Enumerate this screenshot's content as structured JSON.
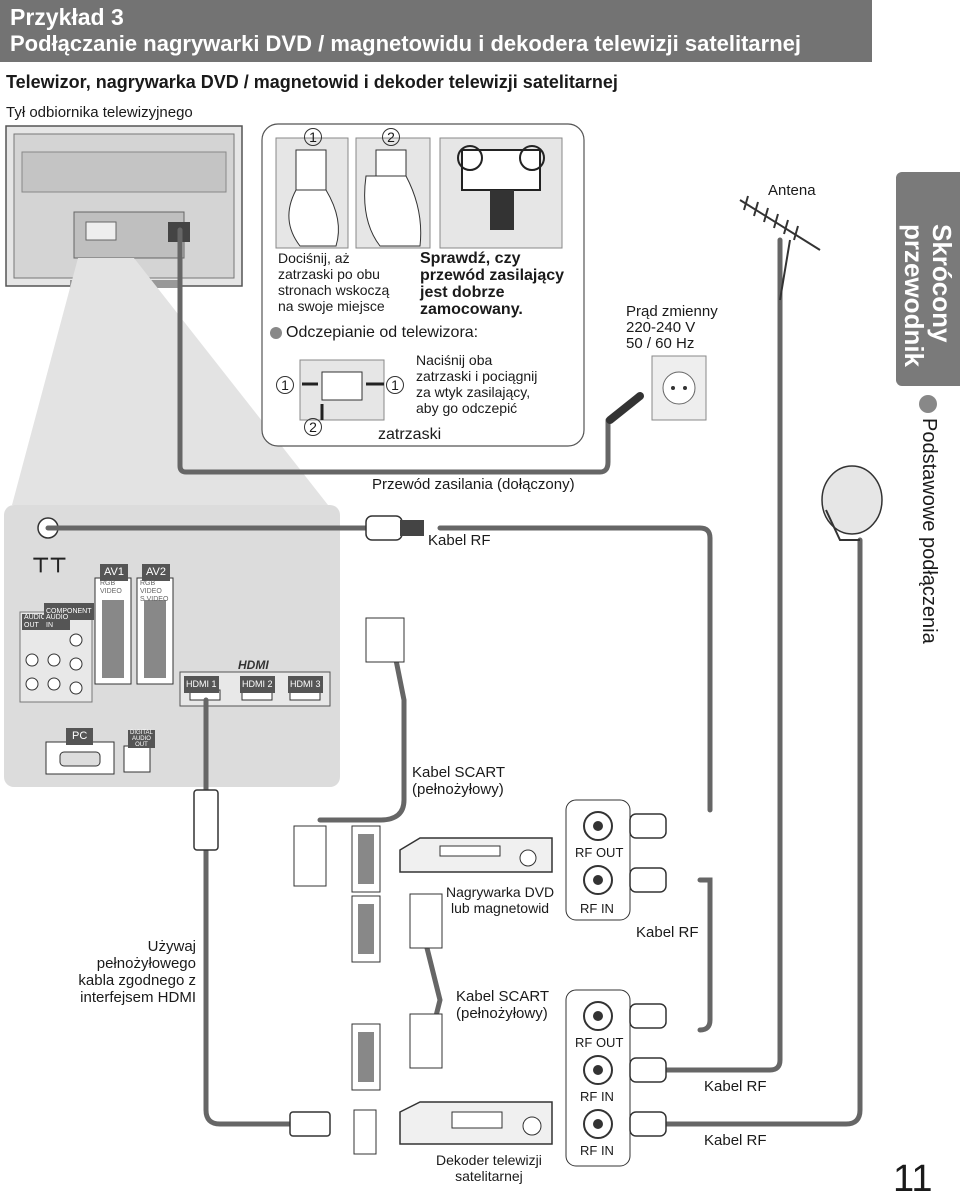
{
  "header": {
    "title_line1": "Przykład 3",
    "title_line2": "Podłączanie nagrywarki DVD / magnetowidu i dekodera telewizji satelitarnej"
  },
  "subtitle": "Telewizor, nagrywarka DVD / magnetowid i dekoder telewizji satelitarnej",
  "tv_rear_label": "Tył odbiornika telewizyjnego",
  "inset": {
    "press_text": [
      "Dociśnij, aż",
      "zatrzaski po obu",
      "stronach wskoczą",
      "na swoje miejsce"
    ],
    "check_text": [
      "Sprawdź, czy",
      "przewód zasilający",
      "jest dobrze",
      "zamocowany."
    ],
    "detach_heading": "Odczepianie od telewizora:",
    "detach_text": [
      "Naciśnij oba",
      "zatrzaski i pociągnij",
      "za wtyk zasilający,",
      "aby go odczepić"
    ],
    "latch_label": "zatrzaski",
    "step1": "1",
    "step2": "2"
  },
  "labels": {
    "power_cable": "Przewód zasilania (dołączony)",
    "mains": [
      "Prąd zmienny",
      "220-240 V",
      "50 / 60 Hz"
    ],
    "antenna": "Antena",
    "rf_cable": "Kabel RF",
    "scart_cable_1": [
      "Kabel SCART",
      "(pełnożyłowy)"
    ],
    "scart_cable_2": [
      "Kabel SCART",
      "(pełnożyłowy)"
    ],
    "dvd_recorder": [
      "Nagrywarka DVD",
      "lub magnetowid"
    ],
    "sat_decoder": [
      "Dekoder telewizji",
      "satelitarnej"
    ],
    "hdmi_note": [
      "Używaj",
      "pełnożyłowego",
      "kabla zgodnego z",
      "interfejsem HDMI"
    ],
    "rf_out": "RF OUT",
    "rf_in": "RF IN"
  },
  "panel": {
    "av1": "AV1",
    "av2": "AV2",
    "component": "COMPONENT",
    "audio_out": [
      "AUDIO",
      "OUT"
    ],
    "audio_in": [
      "AUDIO",
      "IN"
    ],
    "rgb_video": [
      "RGB",
      "VIDEO"
    ],
    "rgb_video_svideo": [
      "RGB",
      "VIDEO",
      "S VIDEO"
    ],
    "hdmi_logo": "HDMI",
    "hdmi1": "HDMI 1",
    "hdmi2": "HDMI 2",
    "hdmi3": "HDMI 3",
    "pc": "PC",
    "digital_audio_out": [
      "DIGITAL",
      "AUDIO",
      "OUT"
    ]
  },
  "side_tab": {
    "title_line1": "Skrócony",
    "title_line2": "przewodnik",
    "section": "Podstawowe podłączenia"
  },
  "page_number": "11"
}
